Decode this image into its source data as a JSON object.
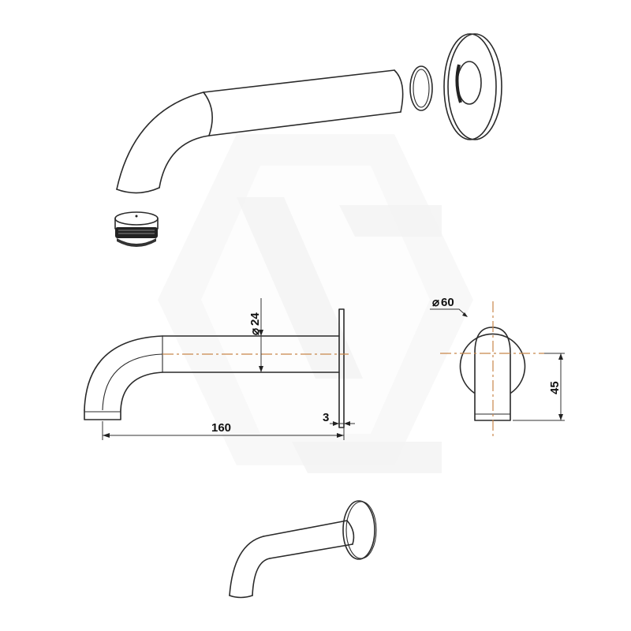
{
  "drawing": {
    "subject": "Wall-mounted bath spout",
    "views": [
      {
        "name": "exploded-view",
        "parts": [
          "curved spout",
          "sealing ring",
          "wall flange",
          "aerator"
        ]
      },
      {
        "name": "side-elevation"
      },
      {
        "name": "front-elevation"
      },
      {
        "name": "perspective-view"
      }
    ],
    "dimensions": {
      "pipe_diameter": {
        "symbol": "⌀",
        "value": "24"
      },
      "flange_diameter": {
        "symbol": "⌀",
        "value": "60"
      },
      "projection_length": {
        "value": "160"
      },
      "flange_thickness": {
        "value": "3"
      },
      "outlet_drop": {
        "value": "45"
      }
    },
    "colors": {
      "line": "#2a2a2a",
      "centerline": "#c8864a",
      "watermark": "#f3f3f3",
      "background": "#ffffff"
    }
  }
}
